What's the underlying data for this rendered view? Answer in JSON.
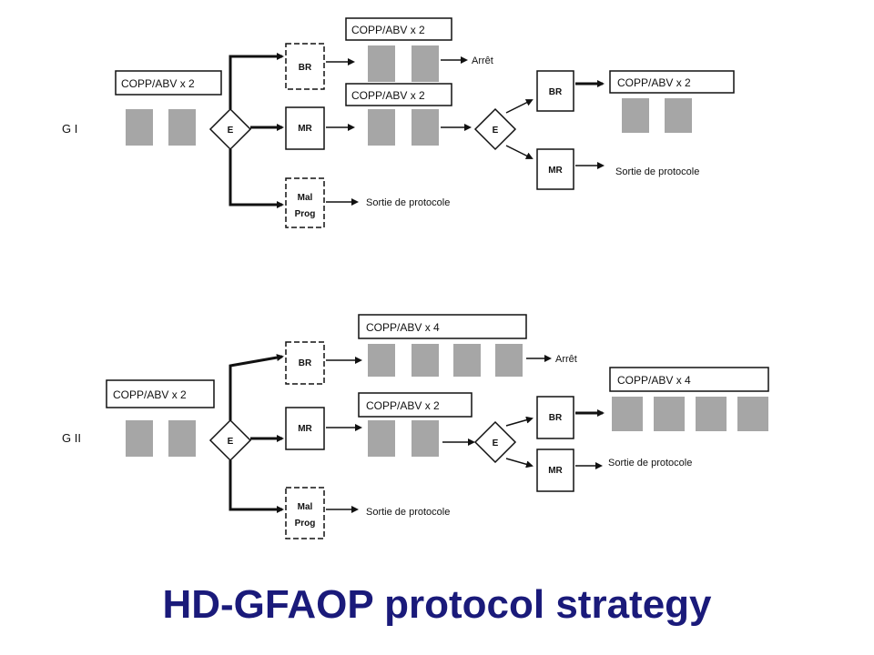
{
  "title": "HD-GFAOP protocol strategy",
  "groups": {
    "g1": {
      "label": "G I",
      "induction": "COPP/ABV x 2",
      "eval": "E",
      "br": "BR",
      "mr": "MR",
      "mal_line1": "Mal",
      "mal_line2": "Prog",
      "br_course": "COPP/ABV x 2",
      "br_outcome": "Arrêt",
      "mr_course": "COPP/ABV x 2",
      "mal_outcome": "Sortie de protocole",
      "eval2": "E",
      "br2": "BR",
      "mr2": "MR",
      "br2_course": "COPP/ABV x 2",
      "mr2_outcome": "Sortie de protocole"
    },
    "g2": {
      "label": "G II",
      "induction": "COPP/ABV x 2",
      "eval": "E",
      "br": "BR",
      "mr": "MR",
      "mal_line1": "Mal",
      "mal_line2": "Prog",
      "br_course": "COPP/ABV x 4",
      "br_outcome": "Arrêt",
      "mr_course": "COPP/ABV x 2",
      "mal_outcome": "Sortie de protocole",
      "eval2": "E",
      "br2": "BR",
      "mr2": "MR",
      "br2_course": "COPP/ABV x 4",
      "mr2_outcome": "Sortie de protocole"
    }
  }
}
